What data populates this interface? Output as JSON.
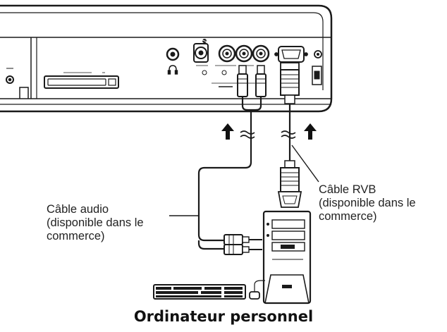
{
  "labels": {
    "audio_cable": [
      "Câble audio",
      "(disponible dans le",
      "commerce)"
    ],
    "rgb_cable": [
      "Câble RVB",
      "(disponible dans le",
      "commerce)"
    ],
    "computer": "Ordinateur personnel"
  },
  "colors": {
    "stroke": "#1a1a1a",
    "panel_fill": "#ffffff",
    "background": "#ffffff"
  },
  "icons": [
    "arrow-up-icon",
    "headphone-icon",
    "break-mark-icon"
  ]
}
